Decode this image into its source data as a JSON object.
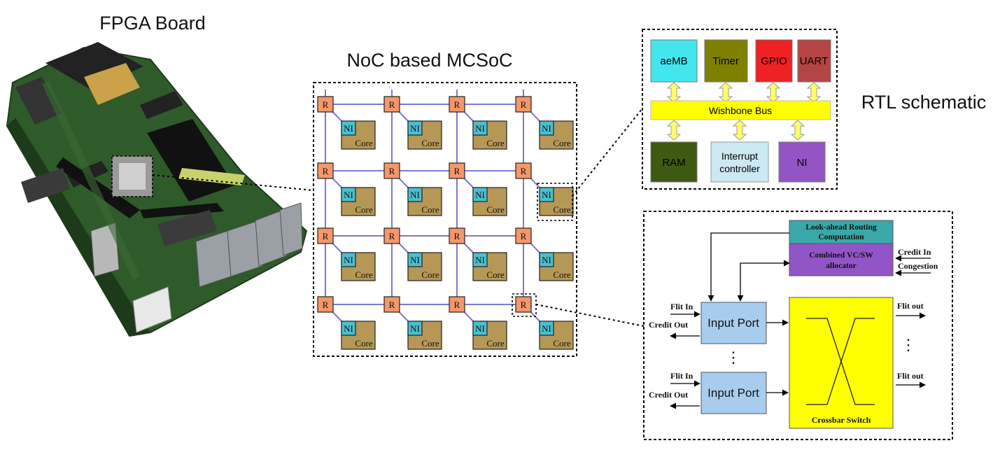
{
  "labels": {
    "fpga_board": "FPGA Board",
    "noc_title": "NoC based MCSoC",
    "rtl_schematic": "RTL schematic"
  },
  "noc": {
    "router": "R",
    "ni": "NI",
    "core": "Core",
    "rows": 4,
    "cols": 4
  },
  "rtl": {
    "aemb": "aeMB",
    "timer": "Timer",
    "gpio": "GPIO",
    "uart": "UART",
    "bus": "Wishbone Bus",
    "ram": "RAM",
    "interrupt_line1": "Interrupt",
    "interrupt_line2": "controller",
    "ni": "NI"
  },
  "router_detail": {
    "lookahead_line1": "Look-ahead Routing",
    "lookahead_line2": "Computation",
    "allocator_line1": "Combined VC/SW",
    "allocator_line2": "allocator",
    "credit_in": "Credit In",
    "congestion": "Congestion",
    "flit_in_1": "Flit In",
    "credit_out_1": "Credit Out",
    "input_port_1": "Input Port",
    "flit_in_2": "Flit In",
    "credit_out_2": "Credit Out",
    "input_port_2": "Input Port",
    "vdots_ports": "⋮",
    "flit_out_1": "Flit out",
    "vdots_outs": "⋮",
    "flit_out_2": "Flit out",
    "crossbar": "Crossbar Switch"
  },
  "colors": {
    "router": "#f4976a",
    "ni": "#4bbfcf",
    "core": "#b59856",
    "link": "#7a7ad0",
    "aemb": "#44e6ee",
    "timer": "#808000",
    "gpio": "#ee2222",
    "uart": "#b54545",
    "bus": "#ffff00",
    "ram": "#3d5a10",
    "interrupt": "#cce8f2",
    "ni_block": "#9455c4",
    "lookahead": "#3aa8a8",
    "allocator": "#9255c8",
    "input_port": "#a8ccee",
    "crossbar": "#ffff00",
    "pcb": "#2f5a2a"
  }
}
